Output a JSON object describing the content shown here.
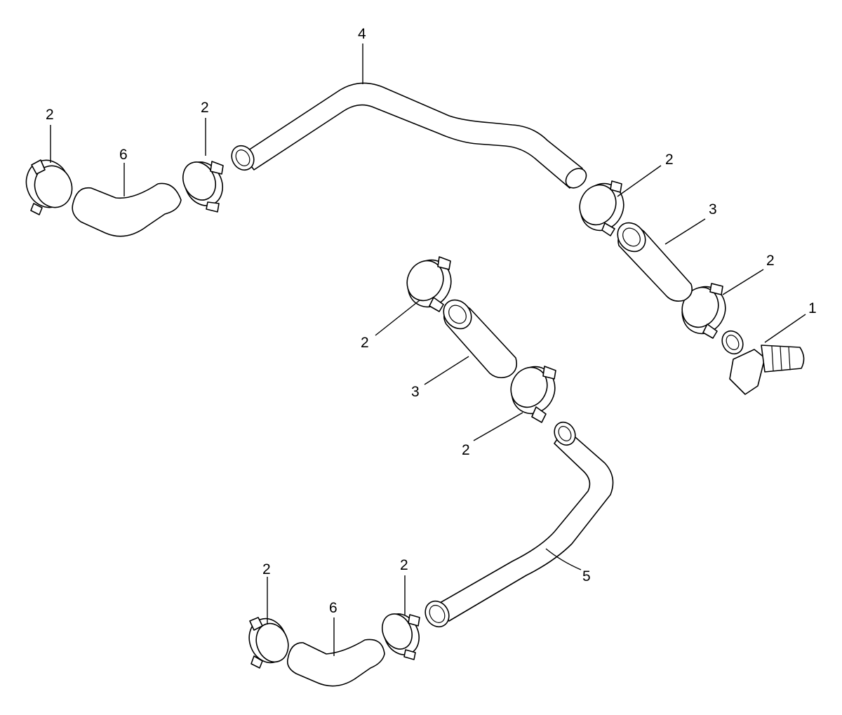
{
  "callouts": {
    "c1": "1",
    "c2_a": "2",
    "c2_b": "2",
    "c2_c": "2",
    "c2_d": "2",
    "c2_e": "2",
    "c2_f": "2",
    "c2_g": "2",
    "c2_h": "2",
    "c3_a": "3",
    "c3_b": "3",
    "c4": "4",
    "c5": "5",
    "c6_a": "6",
    "c6_b": "6"
  }
}
